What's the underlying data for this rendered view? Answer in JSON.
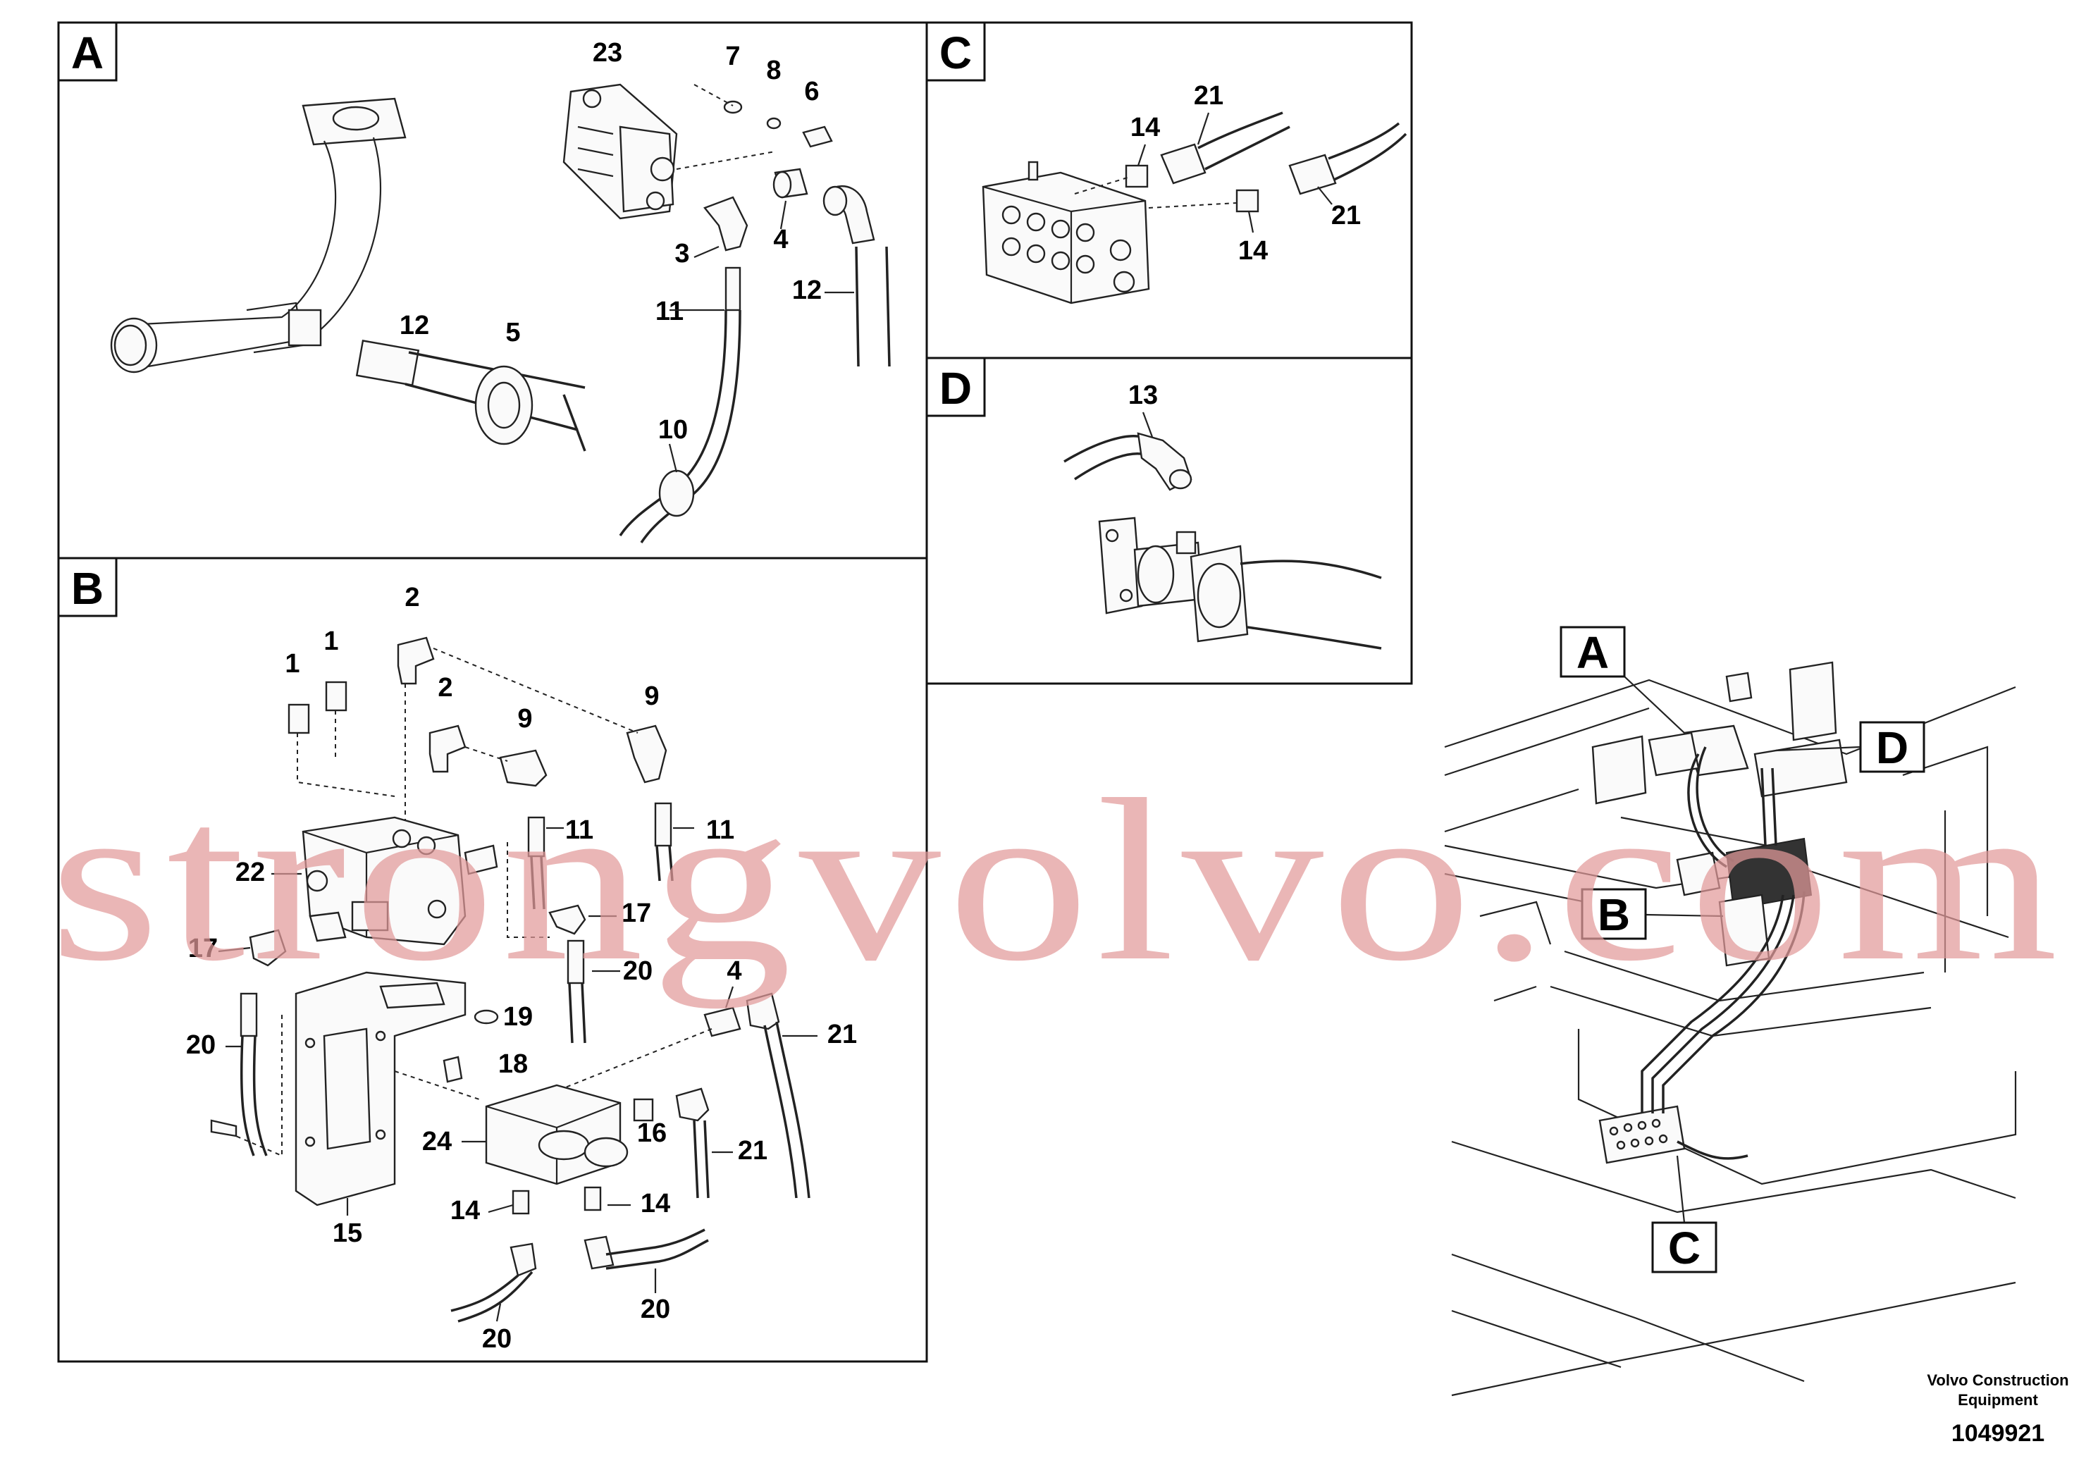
{
  "panels": {
    "A": {
      "letter": "A",
      "labels": [
        "23",
        "7",
        "8",
        "6",
        "3",
        "4",
        "12",
        "5",
        "11",
        "12",
        "10"
      ]
    },
    "B": {
      "letter": "B",
      "labels": [
        "2",
        "1",
        "1",
        "2",
        "9",
        "9",
        "22",
        "11",
        "11",
        "17",
        "17",
        "20",
        "4",
        "19",
        "21",
        "20",
        "18",
        "16",
        "24",
        "21",
        "14",
        "14",
        "15",
        "20",
        "20"
      ]
    },
    "C": {
      "letter": "C",
      "labels": [
        "21",
        "14",
        "21",
        "14"
      ]
    },
    "D": {
      "letter": "D",
      "labels": [
        "13"
      ]
    }
  },
  "overview": {
    "callouts": [
      "A",
      "D",
      "B",
      "C"
    ]
  },
  "watermark": "strongvolvo.com",
  "footer": {
    "company_line1": "Volvo Construction",
    "company_line2": "Equipment",
    "drawing_id": "1049921"
  }
}
